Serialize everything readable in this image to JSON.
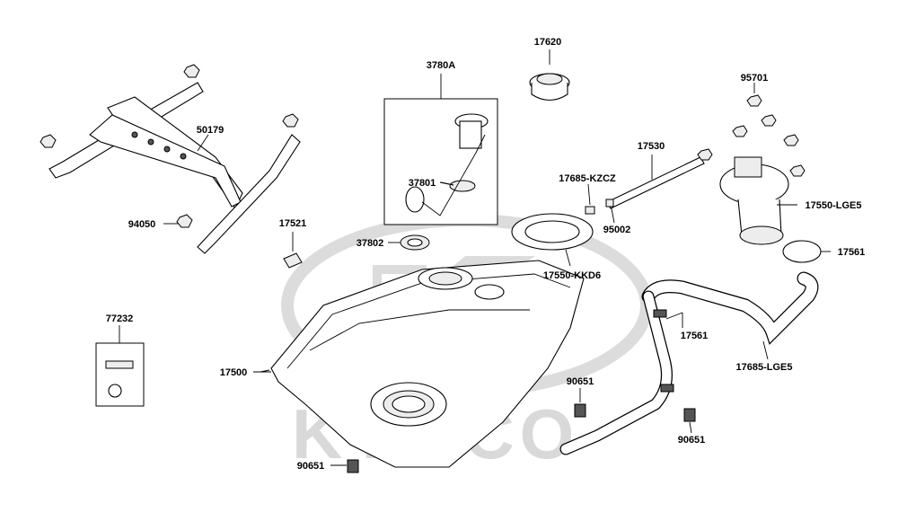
{
  "watermark": {
    "brand": "KYMCO"
  },
  "parts": [
    {
      "id": "3780A",
      "label": "3780A"
    },
    {
      "id": "17620",
      "label": "17620"
    },
    {
      "id": "95701",
      "label": "95701"
    },
    {
      "id": "50179",
      "label": "50179"
    },
    {
      "id": "37801",
      "label": "37801"
    },
    {
      "id": "17530",
      "label": "17530"
    },
    {
      "id": "17685-KZCZ",
      "label": "17685-KZCZ"
    },
    {
      "id": "17550-LGE5",
      "label": "17550-LGE5"
    },
    {
      "id": "94050",
      "label": "94050"
    },
    {
      "id": "17521",
      "label": "17521"
    },
    {
      "id": "95002",
      "label": "95002"
    },
    {
      "id": "37802",
      "label": "37802"
    },
    {
      "id": "17561-a",
      "label": "17561"
    },
    {
      "id": "17550-KKD6",
      "label": "17550-KKD6"
    },
    {
      "id": "77232",
      "label": "77232"
    },
    {
      "id": "17561-b",
      "label": "17561"
    },
    {
      "id": "17685-LGE5",
      "label": "17685-LGE5"
    },
    {
      "id": "17500",
      "label": "17500"
    },
    {
      "id": "90651-a",
      "label": "90651"
    },
    {
      "id": "90651-b",
      "label": "90651"
    },
    {
      "id": "90651-c",
      "label": "90651"
    }
  ]
}
